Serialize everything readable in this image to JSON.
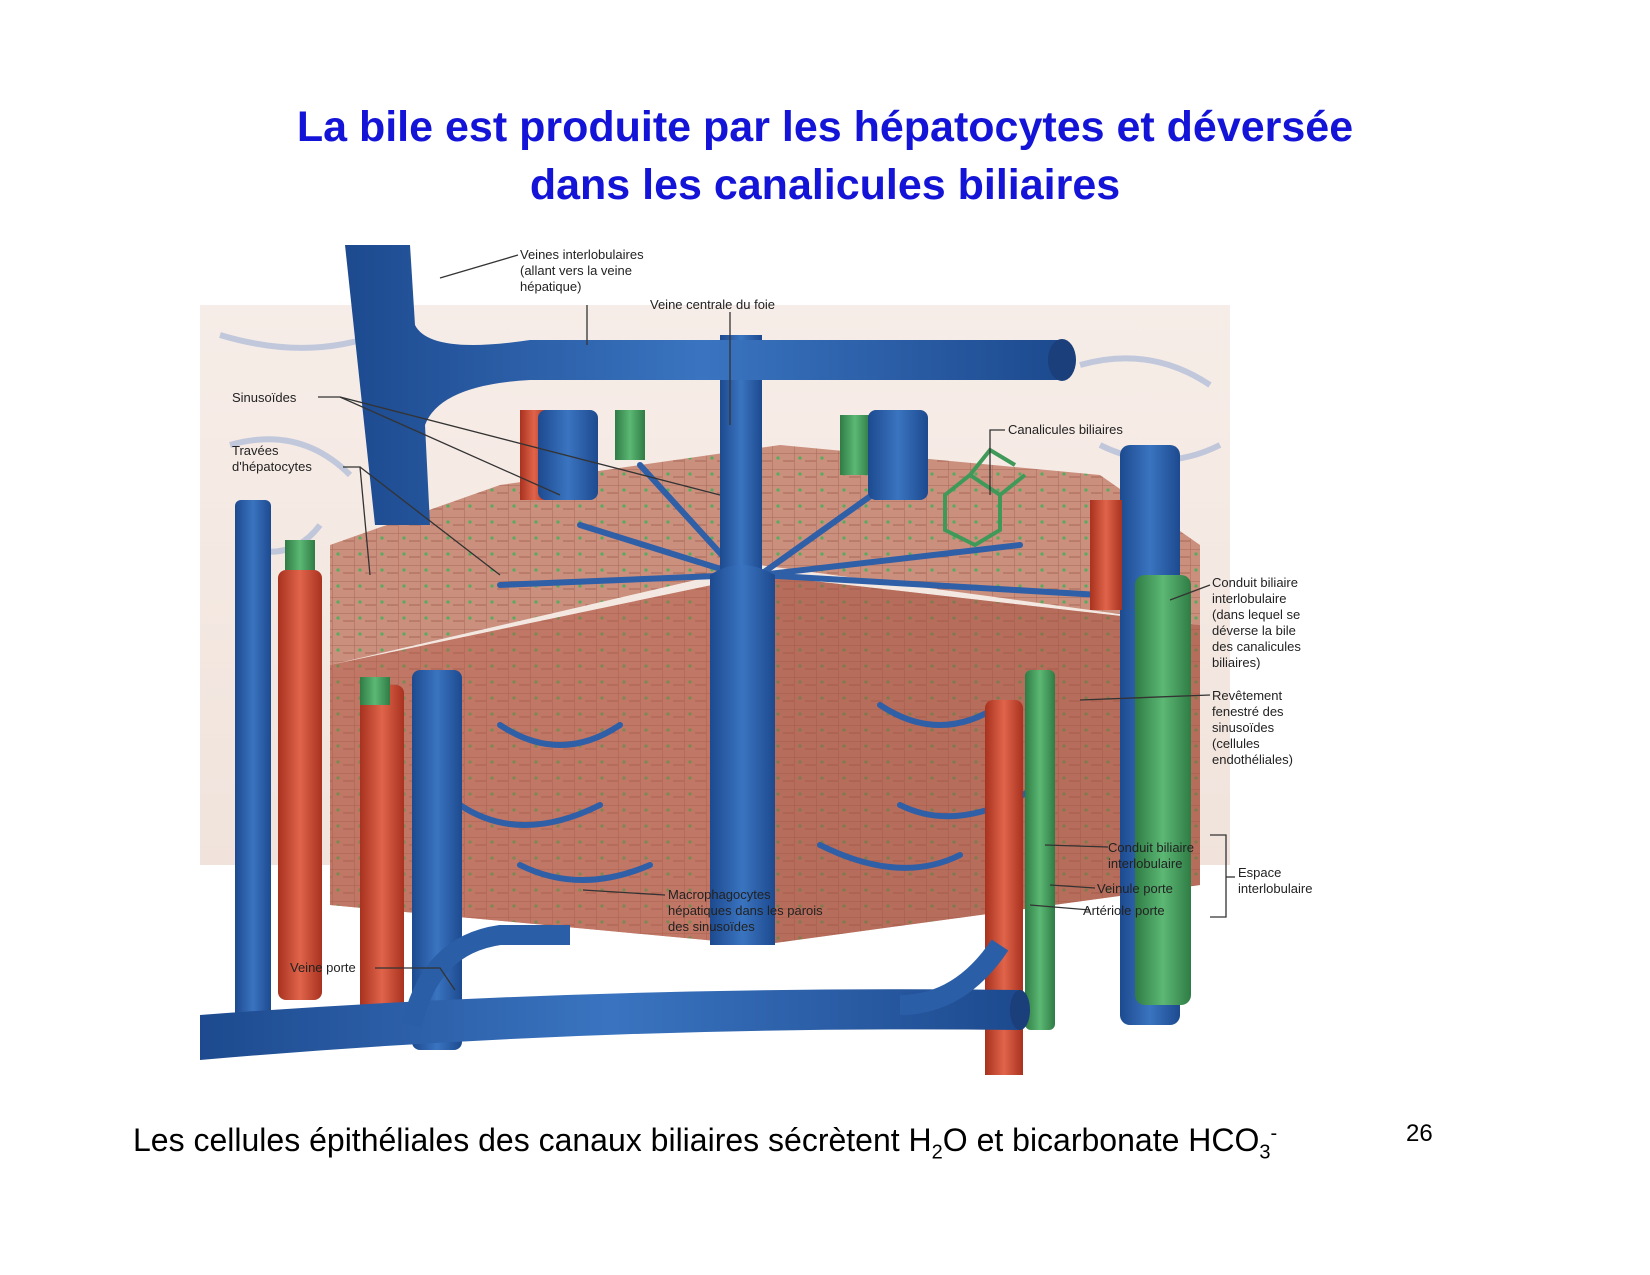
{
  "slide": {
    "title_line1": "La bile est produite par les hépatocytes et déversée",
    "title_line2": "dans les canalicules biliaires",
    "page_number": "26",
    "caption": {
      "part1": "Les cellules épithéliales des canaux biliaires sécrètent H",
      "sub1": "2",
      "part2": "O et bicarbonate HCO",
      "sub2": "3",
      "sup2": "-"
    }
  },
  "figure": {
    "description": "Illustration of a liver lobule showing blood vessels and bile ducts",
    "labels": {
      "veines_interlobulaires": "Veines interlobulaires\n(allant vers la veine\nhépatique)",
      "veine_centrale": "Veine centrale du foie",
      "sinusoides": "Sinusoïdes",
      "travees": "Travées\nd'hépatocytes",
      "canalicules": "Canalicules biliaires",
      "conduit_biliaire_1": "Conduit biliaire\ninterlobulaire\n(dans lequel se\ndéverse la bile\ndes canalicules\nbiliaires)",
      "revetement": "Revêtement\nfenestré des\nsinusoïdes\n(cellules\nendothéliales)",
      "conduit_biliaire_2": "Conduit biliaire\ninterlobulaire",
      "veinule_porte": "Veinule porte",
      "arteriole_porte": "Artériole porte",
      "espace": "Espace\ninterlobulaire",
      "macrophagocytes": "Macrophagocytes\nhépatiques dans les parois\ndes sinusoïdes",
      "veine_porte": "Veine porte"
    },
    "colors": {
      "vein_blue": "#2a5fa8",
      "artery_red": "#c9452e",
      "bile_green": "#3f9a5a",
      "tissue_pink": "#c98a78",
      "background_tissue": "#efe0d8"
    }
  }
}
